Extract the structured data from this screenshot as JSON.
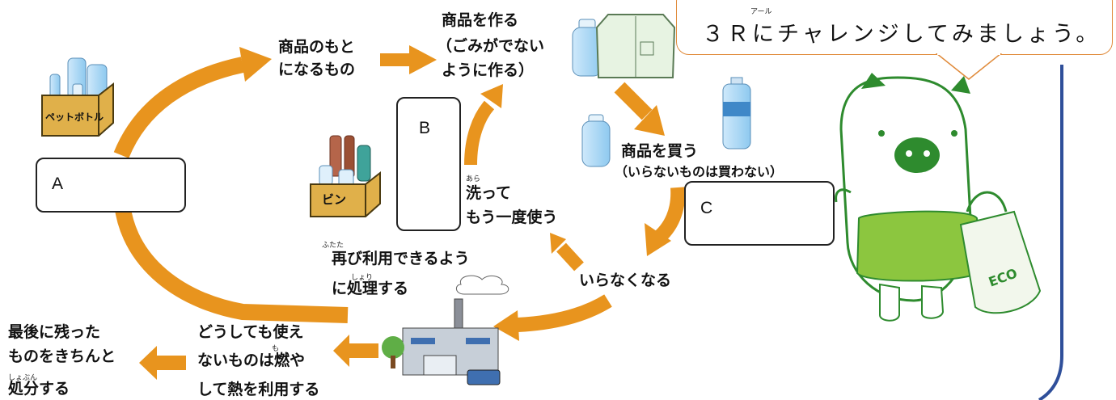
{
  "speech": {
    "text": "３Ｒにチャレンジしてみましょう。",
    "ruby": "アール"
  },
  "boxes": {
    "a": "A",
    "b": "B",
    "c": "C"
  },
  "labels": {
    "materials": [
      "商品のもと",
      "になるもの"
    ],
    "make": [
      "商品を作る",
      "（ごみがでない",
      "ように作る）"
    ],
    "buy": [
      "商品を買う",
      "（いらないものは買わない）"
    ],
    "unneeded": "いらなくなる",
    "reuse": [
      "洗って",
      "もう一度使う"
    ],
    "reuse_ruby": "あら",
    "recycle": [
      "再び利用できるよう",
      "に処理する"
    ],
    "recycle_ruby1": "ふたた",
    "recycle_ruby2": "しょり",
    "burn": [
      "どうしても使え",
      "ないものは燃や",
      "して熱を利用する"
    ],
    "burn_ruby": "も",
    "dispose": [
      "最後に残った",
      "ものをきちんと",
      "処分する"
    ],
    "dispose_ruby": "しょぶん",
    "crate_bottles": "ペットボトル",
    "crate_bins": "ビン",
    "bag_text": "ECO"
  },
  "colors": {
    "arrow": "#e8941e",
    "character": "#8cc63f",
    "character_dark": "#2e8b2e",
    "frame": "#2f4f9a"
  }
}
